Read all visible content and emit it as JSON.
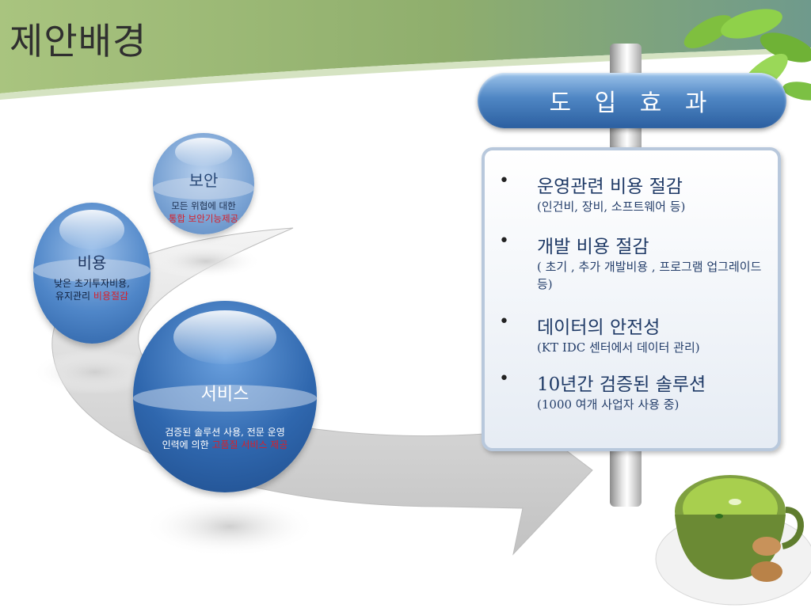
{
  "slide": {
    "title": "제안배경"
  },
  "benefits": {
    "heading": "도 입 효 과",
    "items": [
      {
        "bullet": "•",
        "title": "운영관련 비용 절감",
        "detail": "(인건비, 장비, 소프트웨어 등)"
      },
      {
        "bullet": "•",
        "title": "개발  비용 절감",
        "detail": "( 초기 ,  추가 개발비용 , 프로그램 업그레이드 등)"
      },
      {
        "bullet": "•",
        "title": "데이터의 안전성",
        "detail": "(KT IDC 센터에서 데이터 관리)"
      },
      {
        "bullet": "•",
        "title": "10년간 검증된 솔루션",
        "detail": "(1000 여개 사업자 사용 중)"
      }
    ]
  },
  "spheres": {
    "security": {
      "label": "보안",
      "desc_line1": "모든 위협에 대한",
      "desc_highlight": "통합 보안기능제공"
    },
    "cost": {
      "label": "비용",
      "desc_line1": "낮은 초기투자비용,",
      "desc_line2_prefix": "유지관리 ",
      "desc_highlight": "비용절감"
    },
    "service": {
      "label": "서비스",
      "desc_line1": "검증된 솔루션 사용, 전문 운영",
      "desc_line2_prefix": "인력에 의한 ",
      "desc_highlight": "고품질 서비스 제공"
    }
  },
  "colors": {
    "header_green": "#8fb06a",
    "banner_blue": "#4f86c4",
    "highlight_red": "#d8202a",
    "title_text": "#1f3a66"
  }
}
